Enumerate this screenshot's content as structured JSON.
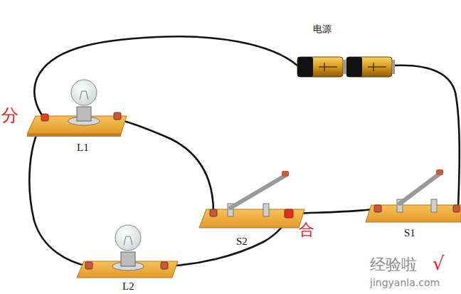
{
  "diagram": {
    "labels": [
      "电源",
      "分",
      "L1",
      "合",
      "S2",
      "S1",
      "L2",
      "经验啦",
      "√",
      "jingyanla.com"
    ]
  }
}
